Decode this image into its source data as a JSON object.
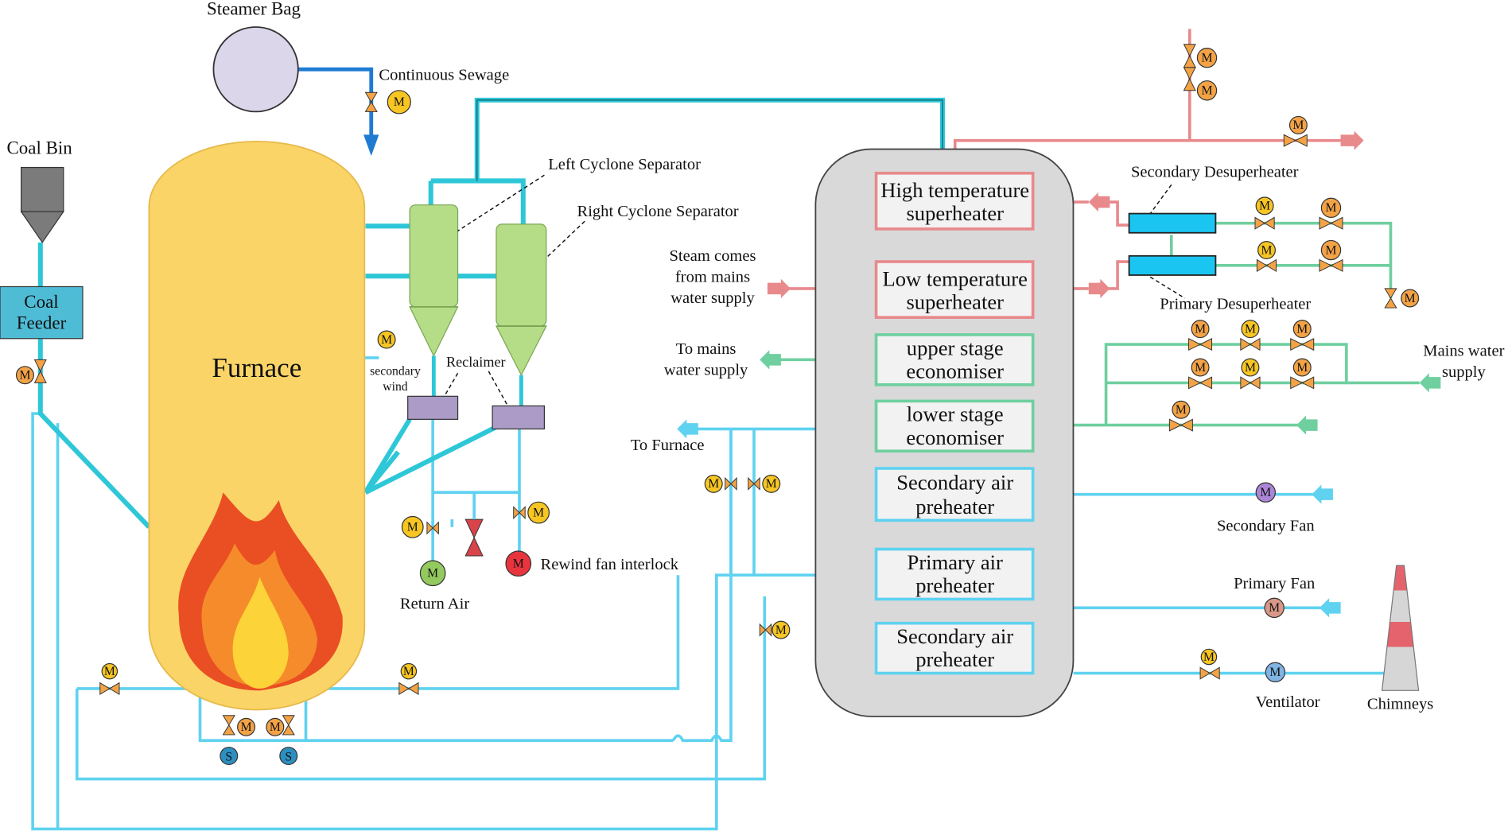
{
  "labels": {
    "steamer_bag": "Steamer Bag",
    "continuous_sewage": "Continuous Sewage",
    "coal_bin": "Coal Bin",
    "coal_feeder": [
      "Coal",
      "Feeder"
    ],
    "furnace": "Furnace",
    "left_cyclone": "Left Cyclone Separator",
    "right_cyclone": "Right Cyclone Separator",
    "secondary_wind": [
      "secondary",
      "wind"
    ],
    "reclaimer": "Reclaimer",
    "return_air": "Return Air",
    "rewind_fan": "Rewind fan interlock",
    "steam_from_mains": [
      "Steam comes",
      "from mains",
      "water supply"
    ],
    "to_mains_water": [
      "To mains",
      "water supply"
    ],
    "to_furnace": "To Furnace",
    "secondary_desuperheater": "Secondary Desuperheater",
    "primary_desuperheater": "Primary Desuperheater",
    "mains_water_supply": [
      "Mains water",
      "supply"
    ],
    "secondary_fan": "Secondary Fan",
    "primary_fan": "Primary Fan",
    "ventilator": "Ventilator",
    "chimneys": "Chimneys"
  },
  "units": {
    "high_temp_superheater": [
      "High temperature",
      "superheater"
    ],
    "low_temp_superheater": [
      "Low temperature",
      "superheater"
    ],
    "upper_economiser": [
      "upper stage",
      "economiser"
    ],
    "lower_economiser": [
      "lower stage",
      "economiser"
    ],
    "secondary_air_preheater_1": [
      "Secondary air",
      "preheater"
    ],
    "primary_air_preheater": [
      "Primary air",
      "preheater"
    ],
    "secondary_air_preheater_2": [
      "Secondary air",
      "preheater"
    ]
  },
  "symbols": {
    "motor": "M",
    "sensor": "S"
  },
  "colors": {
    "air_line": "#5fd2f0",
    "sewage_line": "#1f7bd1",
    "flue_line": "#2ec7d8",
    "steam_line": "#e8898c",
    "water_line": "#6fcf9f",
    "furnace_fill": "#fbd467",
    "boiler_body": "#d9d9d9",
    "cyclone_fill": "#b5dc86",
    "reclaimer_fill": "#ab9bc6",
    "motor_yellow": "#f7c623",
    "motor_orange": "#f3a346",
    "desuperheater_fill": "#1ac5f2"
  }
}
